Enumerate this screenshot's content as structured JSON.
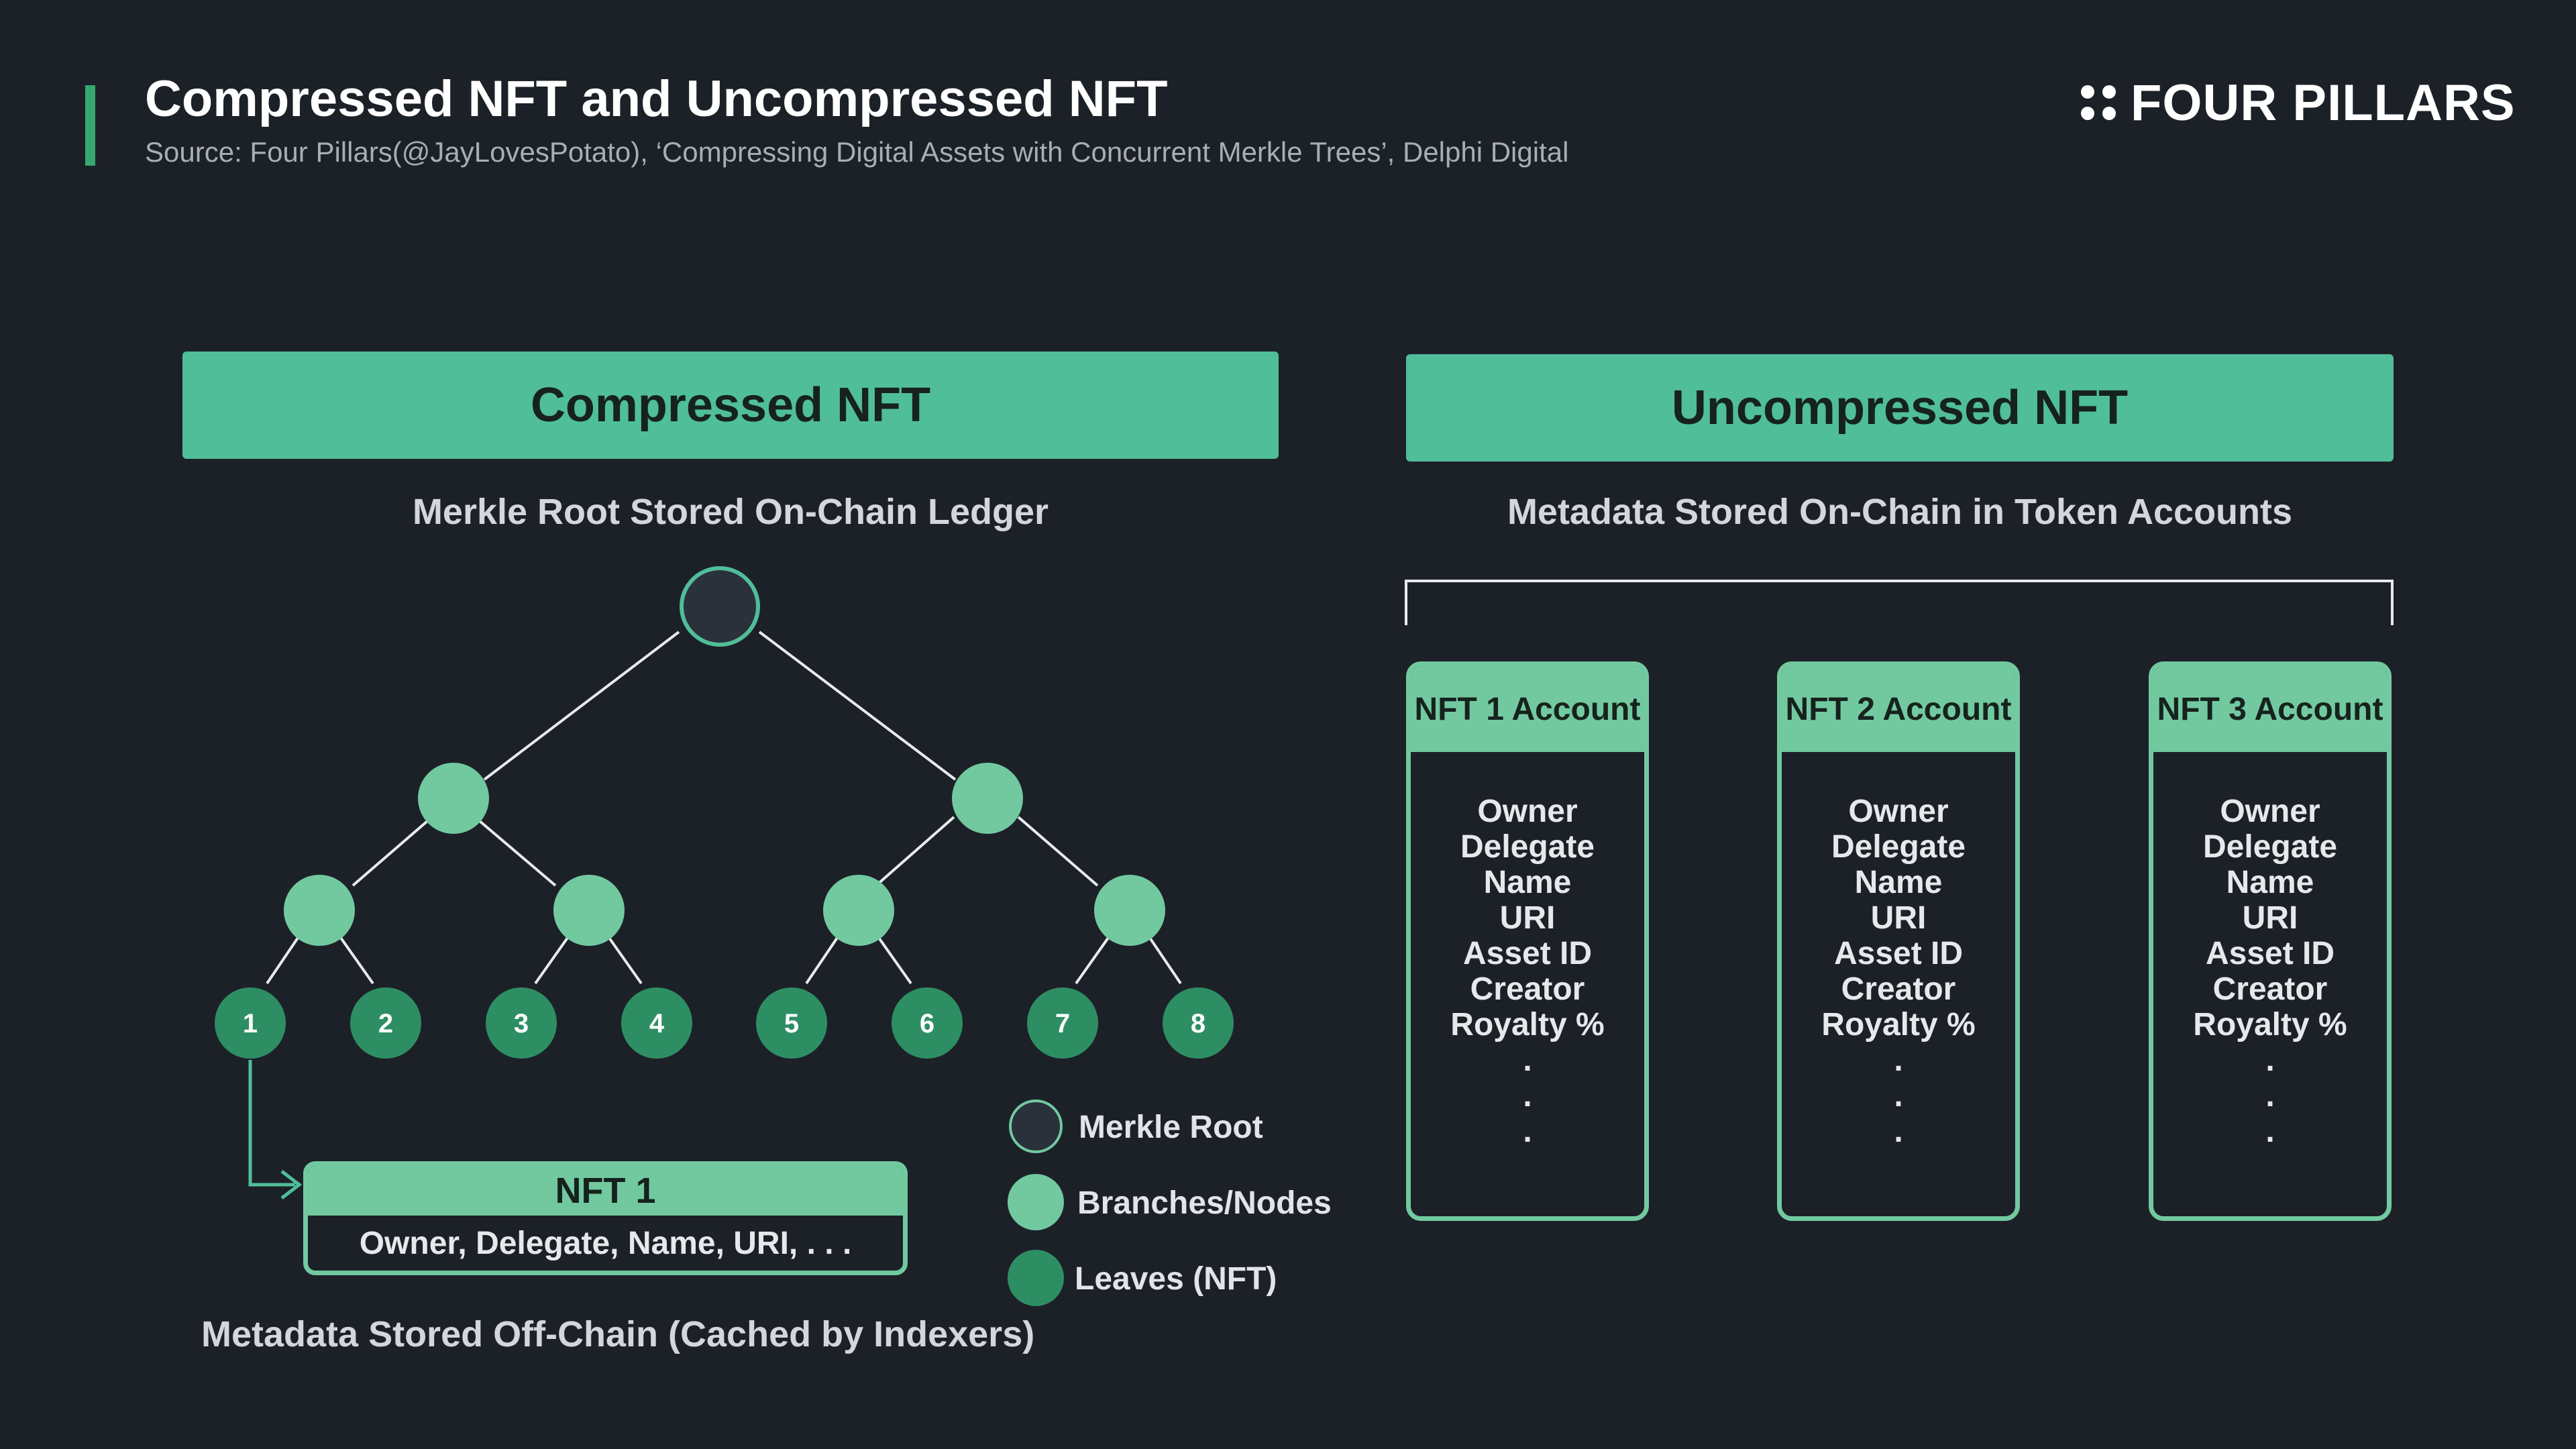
{
  "header": {
    "title": "Compressed NFT and Uncompressed NFT",
    "source": "Source: Four Pillars(@JayLovesPotato), ‘Compressing Digital Assets with Concurrent Merkle Trees’, Delphi Digital"
  },
  "logo": {
    "text": "FOUR PILLARS",
    "icon": "four-dots-icon"
  },
  "compressed": {
    "banner": "Compressed NFT",
    "caption": "Merkle Root Stored On-Chain Ledger",
    "tree": {
      "root": "Merkle Root",
      "levels": 4,
      "leaves": [
        "1",
        "2",
        "3",
        "4",
        "5",
        "6",
        "7",
        "8"
      ]
    },
    "nft_card": {
      "title": "NFT 1",
      "fields": "Owner, Delegate, Name, URI, . . ."
    },
    "footer_caption": "Metadata Stored Off-Chain (Cached by Indexers)",
    "legend": [
      {
        "label": "Merkle Root",
        "color": "#2a313b"
      },
      {
        "label": "Branches/Nodes",
        "color": "#72c9a0"
      },
      {
        "label": "Leaves (NFT)",
        "color": "#2e8e63"
      }
    ]
  },
  "uncompressed": {
    "banner": "Uncompressed NFT",
    "caption": "Metadata Stored On-Chain in Token Accounts",
    "accounts": [
      {
        "title": "NFT 1 Account",
        "fields": [
          "Owner",
          "Delegate",
          "Name",
          "URI",
          "Asset ID",
          "Creator",
          "Royalty %"
        ]
      },
      {
        "title": "NFT 2 Account",
        "fields": [
          "Owner",
          "Delegate",
          "Name",
          "URI",
          "Asset ID",
          "Creator",
          "Royalty %"
        ]
      },
      {
        "title": "NFT 3 Account",
        "fields": [
          "Owner",
          "Delegate",
          "Name",
          "URI",
          "Asset ID",
          "Creator",
          "Royalty %"
        ]
      }
    ],
    "ellipsis": "."
  },
  "colors": {
    "background": "#1c2128",
    "banner": "#50be98",
    "branch": "#72c9a0",
    "leaf": "#2e8e63",
    "root": "#2a313b",
    "accent": "#36a86e"
  }
}
